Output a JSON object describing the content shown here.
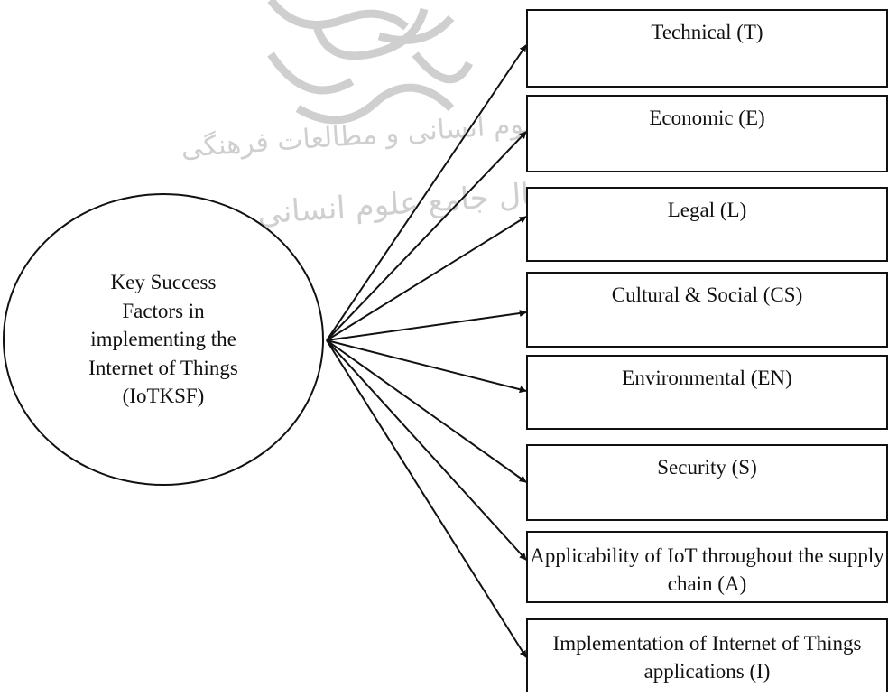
{
  "hub": {
    "label": "Key Success Factors in implementing the Internet of Things (IoTKSF)"
  },
  "factors": [
    {
      "label": "Technical (T)"
    },
    {
      "label": "Economic (E)"
    },
    {
      "label": "Legal (L)"
    },
    {
      "label": "Cultural & Social (CS)"
    },
    {
      "label": "Environmental (EN)"
    },
    {
      "label": "Security (S)"
    },
    {
      "label": "Applicability of IoT throughout the supply chain (A)"
    },
    {
      "label": "Implementation of Internet of Things applications (I)"
    }
  ],
  "watermark": {
    "line1": "پژوهشگاه علوم انسانی و مطالعات فرهنگی",
    "line2": "پرتال جامع علوم انسانی"
  },
  "colors": {
    "line": "#111111",
    "background": "#ffffff",
    "watermark": "#cfcfcf"
  }
}
